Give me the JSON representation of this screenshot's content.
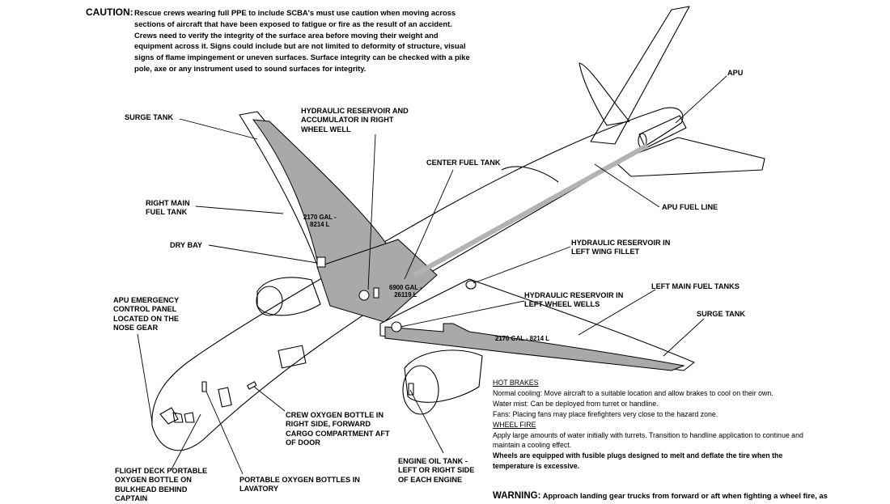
{
  "caution": {
    "heading": "CAUTION:",
    "lines": [
      "Rescue crews wearing full PPE to include SCBA's must use caution when moving across",
      "sections of aircraft that have been exposed to fatigue or fire as the result of an accident.",
      "Crews need to verify the integrity of the surface area before moving their weight and",
      "equipment across it.  Signs could include but are not limited to deformity of structure, visual",
      "signs of flame impingement or uneven surfaces.  Surface integrity can be checked with a pike",
      "pole, axe or any instrument used to sound surfaces for integrity."
    ]
  },
  "labels": {
    "surge_tank_right": [
      "SURGE TANK"
    ],
    "hydraulic_right_wheel_well": [
      "HYDRAULIC RESERVOIR AND",
      "ACCUMULATOR IN RIGHT",
      "WHEEL WELL"
    ],
    "center_fuel_tank": [
      "CENTER FUEL TANK"
    ],
    "apu": [
      "APU"
    ],
    "right_main_fuel_tank": [
      "RIGHT MAIN",
      "FUEL TANK"
    ],
    "apu_fuel_line": [
      "APU FUEL LINE"
    ],
    "dry_bay": [
      "DRY BAY"
    ],
    "hydraulic_left_wing_fillet": [
      "HYDRAULIC RESERVOIR IN",
      "LEFT WING FILLET"
    ],
    "apu_emergency_panel": [
      "APU EMERGENCY",
      "CONTROL PANEL",
      "LOCATED ON THE",
      "NOSE GEAR"
    ],
    "hydraulic_left_wheel_wells": [
      "HYDRAULIC RESERVOIR IN",
      "LEFT WHEEL WELLS"
    ],
    "left_main_fuel_tanks": [
      "LEFT MAIN FUEL TANKS"
    ],
    "surge_tank_left": [
      "SURGE TANK"
    ],
    "crew_oxygen_bottle": [
      "CREW OXYGEN BOTTLE IN",
      "RIGHT SIDE, FORWARD",
      "CARGO COMPARTMENT AFT",
      "OF DOOR"
    ],
    "engine_oil_tank": [
      "ENGINE OIL TANK -",
      "LEFT OR RIGHT SIDE",
      "OF EACH ENGINE"
    ],
    "flight_deck_oxygen": [
      "FLIGHT DECK PORTABLE",
      "OXYGEN BOTTLE ON",
      "BULKHEAD BEHIND",
      "CAPTAIN"
    ],
    "portable_oxygen_lavatory": [
      "PORTABLE OXYGEN BOTTLES IN",
      "LAVATORY"
    ]
  },
  "capacities": {
    "right_tank": [
      "2170 GAL -",
      "8214 L"
    ],
    "center_tank": [
      "6900 GAL -",
      "26119 L"
    ],
    "left_tank": [
      "2170 GAL - 8214 L"
    ]
  },
  "notes": {
    "hot_brakes_heading": "HOT BRAKES",
    "hot_brakes_lines": [
      "Normal cooling:  Move aircraft to a suitable location and allow brakes to cool on their own.",
      "Water mist:  Can be deployed from turret or handline.",
      "Fans:  Placing fans may place firefighters very close to the hazard zone."
    ],
    "wheel_fire_heading": "WHEEL FIRE",
    "wheel_fire_lines": [
      "Apply large amounts of water initially with turrets.  Transition to handline application to continue and",
      "maintain a cooling effect."
    ],
    "wheel_fire_bold_lines": [
      "Wheels are equipped with fusible plugs designed to melt and deflate the tire when the",
      "temperature is excessive."
    ]
  },
  "warning": {
    "heading": "WARNING:",
    "text": "Approach landing gear trucks from forward or aft when fighting a wheel fire, as"
  },
  "colors": {
    "tank_fill": "#a9a9a9",
    "apu_fuel_line": "#b3b3b3",
    "outline": "#000000"
  }
}
